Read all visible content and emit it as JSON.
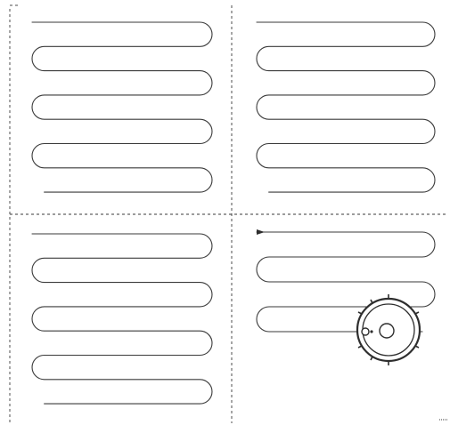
{
  "diagram": {
    "type": "robot-vacuum-zigzag-cleaning-pattern",
    "zones": [
      {
        "name": "top-left",
        "passes": 8,
        "start_marker": false,
        "robot": false
      },
      {
        "name": "top-right",
        "passes": 8,
        "start_marker": false,
        "robot": false
      },
      {
        "name": "bottom-left",
        "passes": 8,
        "start_marker": false,
        "robot": false
      },
      {
        "name": "bottom-right",
        "passes": 5,
        "start_marker": true,
        "robot": true
      }
    ],
    "divider_style": "dashed",
    "line_color": "#3a3a3a",
    "icons": {
      "robot": "robot-vacuum-icon",
      "start": "start-arrow-icon"
    }
  }
}
